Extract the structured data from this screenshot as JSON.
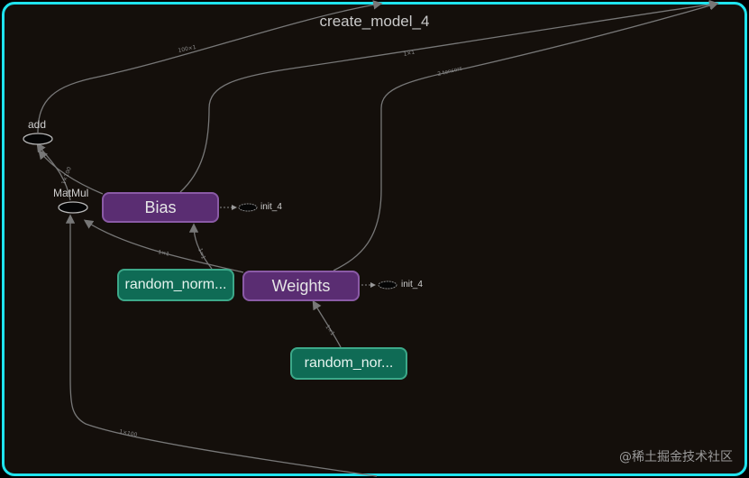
{
  "graph": {
    "title": "create_model_4",
    "nodes": {
      "add": "add",
      "matmul": "MatMul",
      "bias": "Bias",
      "weights": "Weights",
      "random_norm_left": "random_norm...",
      "random_norm_right": "random_nor...",
      "init_bias": "init_4",
      "init_weights": "init_4"
    },
    "edge_labels": {
      "top_left": "100×1",
      "top_mid": "1×1",
      "top_right": "2 tensors",
      "add_matmul": "1×100",
      "bias_matmul": "1×1",
      "rand_bias": "1×1",
      "rand_weights": "1×1",
      "bottom": "1×100"
    }
  },
  "watermark": "@稀土掘金技术社区",
  "colors": {
    "frame_border": "#1fe3ee",
    "background": "#140f0b",
    "variable_node": "#5a2d72",
    "initializer_node": "#0f6b55"
  }
}
